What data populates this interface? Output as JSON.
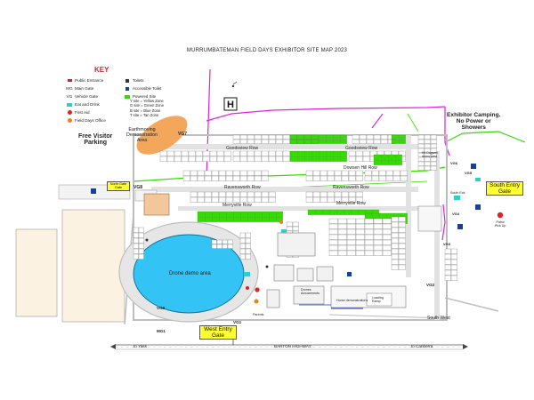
{
  "title": "MURRUMBATEMAN FIELD DAYS EXHIBITOR SITE MAP 2023",
  "key": {
    "heading": "KEY",
    "items": [
      {
        "code": "",
        "label": "Public Entrance",
        "icon": "public-entrance-icon"
      },
      {
        "code": "MG",
        "label": "Main Gate",
        "icon": ""
      },
      {
        "code": "VG",
        "label": "Vehicle Gate",
        "icon": ""
      },
      {
        "code": "",
        "label": "Eat and Drink",
        "icon": "eat-drink-swatch"
      },
      {
        "code": "",
        "label": "First Aid",
        "icon": "first-aid-icon"
      },
      {
        "code": "",
        "label": "Field Days Office",
        "icon": "office-icon"
      }
    ],
    "items_right": [
      {
        "label": "Toilets",
        "icon": "toilets-icon"
      },
      {
        "label": "Accessible Toilet",
        "icon": "accessible-toilet-icon"
      },
      {
        "label": "Powered Site",
        "icon": "powered-site-swatch"
      }
    ],
    "zones": [
      "Y site = Yellow Zone",
      "G site = Green Zone",
      "B site = Blue Zone",
      "T site = Tan Zone"
    ]
  },
  "colors": {
    "powered_site": "#33dd00",
    "eat_drink": "#33cccc",
    "road": "#cfcfcf",
    "gate_label_bg": "#ffff33",
    "boundary": "#dd22dd",
    "demo_area": "#33c3f5",
    "earthmoving": "#f4a65b"
  },
  "areas": {
    "free_parking": "Free Visitor\nParking",
    "earthmoving": "Earthmoving\nDemonstration\nArea",
    "drone": "Drone demo area",
    "exhibitor_camping": "Exhibitor Camping.\nNo Power or\nShowers",
    "kd_demo": "Kit Dogwell\ndemo area",
    "drone_amusements": "Drones\nAmusements",
    "horse_demos": "Horse demonstrations",
    "loading_ramp": "Loading\nRamp",
    "south_exit": "South Exit",
    "parents": "Parents",
    "patrol": "Patrol\nPick Up"
  },
  "roads": {
    "goodsview_1": "Goodsview Row",
    "goodsview_2": "Goodsview Row",
    "dowsen_hill": "Dowsen Hill Row",
    "ravensworth_1": "Ravensworth Row",
    "ravensworth_2": "Ravensworth Row",
    "merryville_1": "Merryville Row",
    "merryville_2": "Merryville Row",
    "south_west": "South West",
    "barton": "BARTON HIGHWAY",
    "to_yass": "to Yass",
    "to_canberra": "to Canberra"
  },
  "gates": {
    "vg7": "VG7",
    "vg8": "VG8",
    "vg6": "VG6",
    "vg5": "VG5",
    "vg4": "VG4",
    "vg3": "VG3",
    "vg2": "VG2",
    "vg1": "VG1",
    "vg9": "VG9",
    "mg1": "MG1",
    "north_gate": "North Gate\nGate",
    "west_entry": "West Entry\nGate",
    "south_entry": "South Entry\nGate"
  },
  "helipad": "H"
}
